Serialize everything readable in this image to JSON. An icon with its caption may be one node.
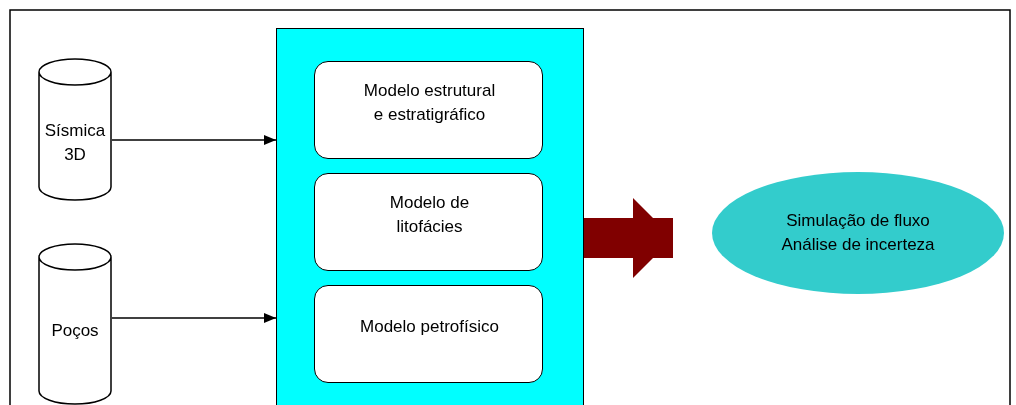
{
  "diagram": {
    "nodes": [
      {
        "text": [
          "Sísmica 3D"
        ]
      },
      {
        "text": [
          "Poços"
        ]
      },
      {
        "text": [],
        "shape": "box"
      },
      {
        "text": [
          "Modelo estrutural e estratigráfico"
        ],
        "in": 2
      },
      {
        "text": [
          "Modelo de litofácies"
        ],
        "in": 2
      },
      {
        "text": [
          "Modelo petrofísico"
        ],
        "in": 2
      },
      {
        "text": [
          "Simulação de fluxo Análise de incerteza"
        ]
      }
    ],
    "edges": [
      {
        "from": 0,
        "to": 2,
        "arrow": "to"
      },
      {
        "from": 1,
        "to": 2,
        "arrow": "to"
      },
      {
        "from": 2,
        "to": 6,
        "arrow": "to",
        "style": "thick",
        "color": "#800000"
      }
    ]
  }
}
